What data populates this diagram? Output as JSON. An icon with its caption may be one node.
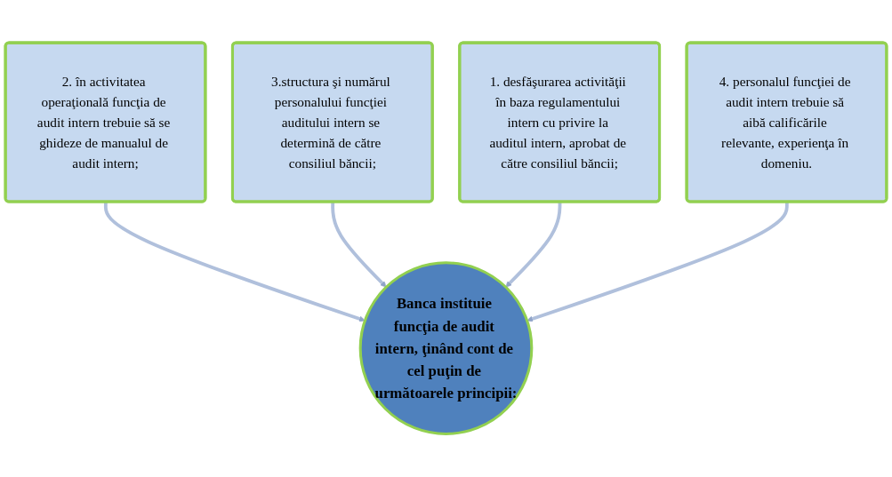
{
  "diagram": {
    "nodes": [
      {
        "text": [
          "2. în activitatea operaţională funcţia de audit intern trebuie să se ghideze de manualul de audit intern;"
        ]
      },
      {
        "text": [
          "3.structura şi numărul personalului funcţiei auditului intern se determină de către consiliul băncii;"
        ]
      },
      {
        "text": [
          "1. desfăşurarea activităţii în baza regulamentului intern cu privire la auditul intern, aprobat de către consiliul băncii;"
        ]
      },
      {
        "text": [
          "Banca instituie funcţia de audit intern, ţinând cont de cel puţin de următoarele principii:"
        ]
      },
      {
        "text": [
          "4. personalul funcţiei de audit intern trebuie să aibă calificările relevante, experienţa în domeniu."
        ]
      }
    ],
    "edges": [
      {
        "from": 0,
        "to": 3,
        "arrow": "to"
      },
      {
        "from": 1,
        "to": 3,
        "arrow": "to"
      },
      {
        "from": 2,
        "to": 3,
        "arrow": "to"
      },
      {
        "from": 4,
        "to": 3,
        "arrow": "to"
      }
    ]
  }
}
